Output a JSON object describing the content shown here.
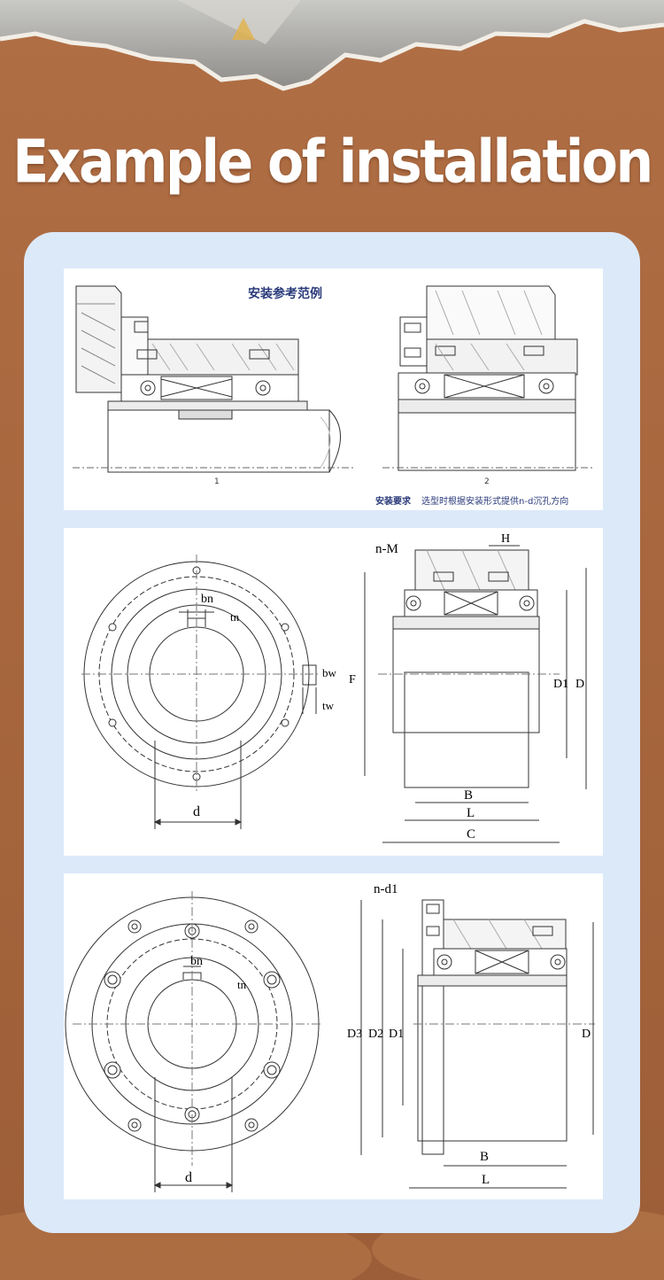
{
  "heading": "Example of installation",
  "colors": {
    "background": "#a8683f",
    "card": "#dce9f9",
    "title": "#ffffff"
  },
  "panel1": {
    "title": "安装参考范例",
    "fig1_number": "1",
    "fig2_number": "2",
    "note_label": "安装要求",
    "note_text": "选型时根据安装形式提供n-d沉孔方向"
  },
  "panel2": {
    "label_bn": "bn",
    "label_tn": "tn",
    "label_bw": "bw",
    "label_tw": "tw",
    "label_d": "d",
    "label_nM": "n-M",
    "label_H": "H",
    "label_F": "F",
    "label_D1": "D1",
    "label_D": "D",
    "label_B": "B",
    "label_L": "L",
    "label_C": "C"
  },
  "panel3": {
    "label_bn": "bn",
    "label_tn": "tn",
    "label_d": "d",
    "label_nd1": "n-d1",
    "label_D3": "D3",
    "label_D2": "D2",
    "label_D1": "D1",
    "label_D": "D",
    "label_B": "B",
    "label_L": "L"
  }
}
